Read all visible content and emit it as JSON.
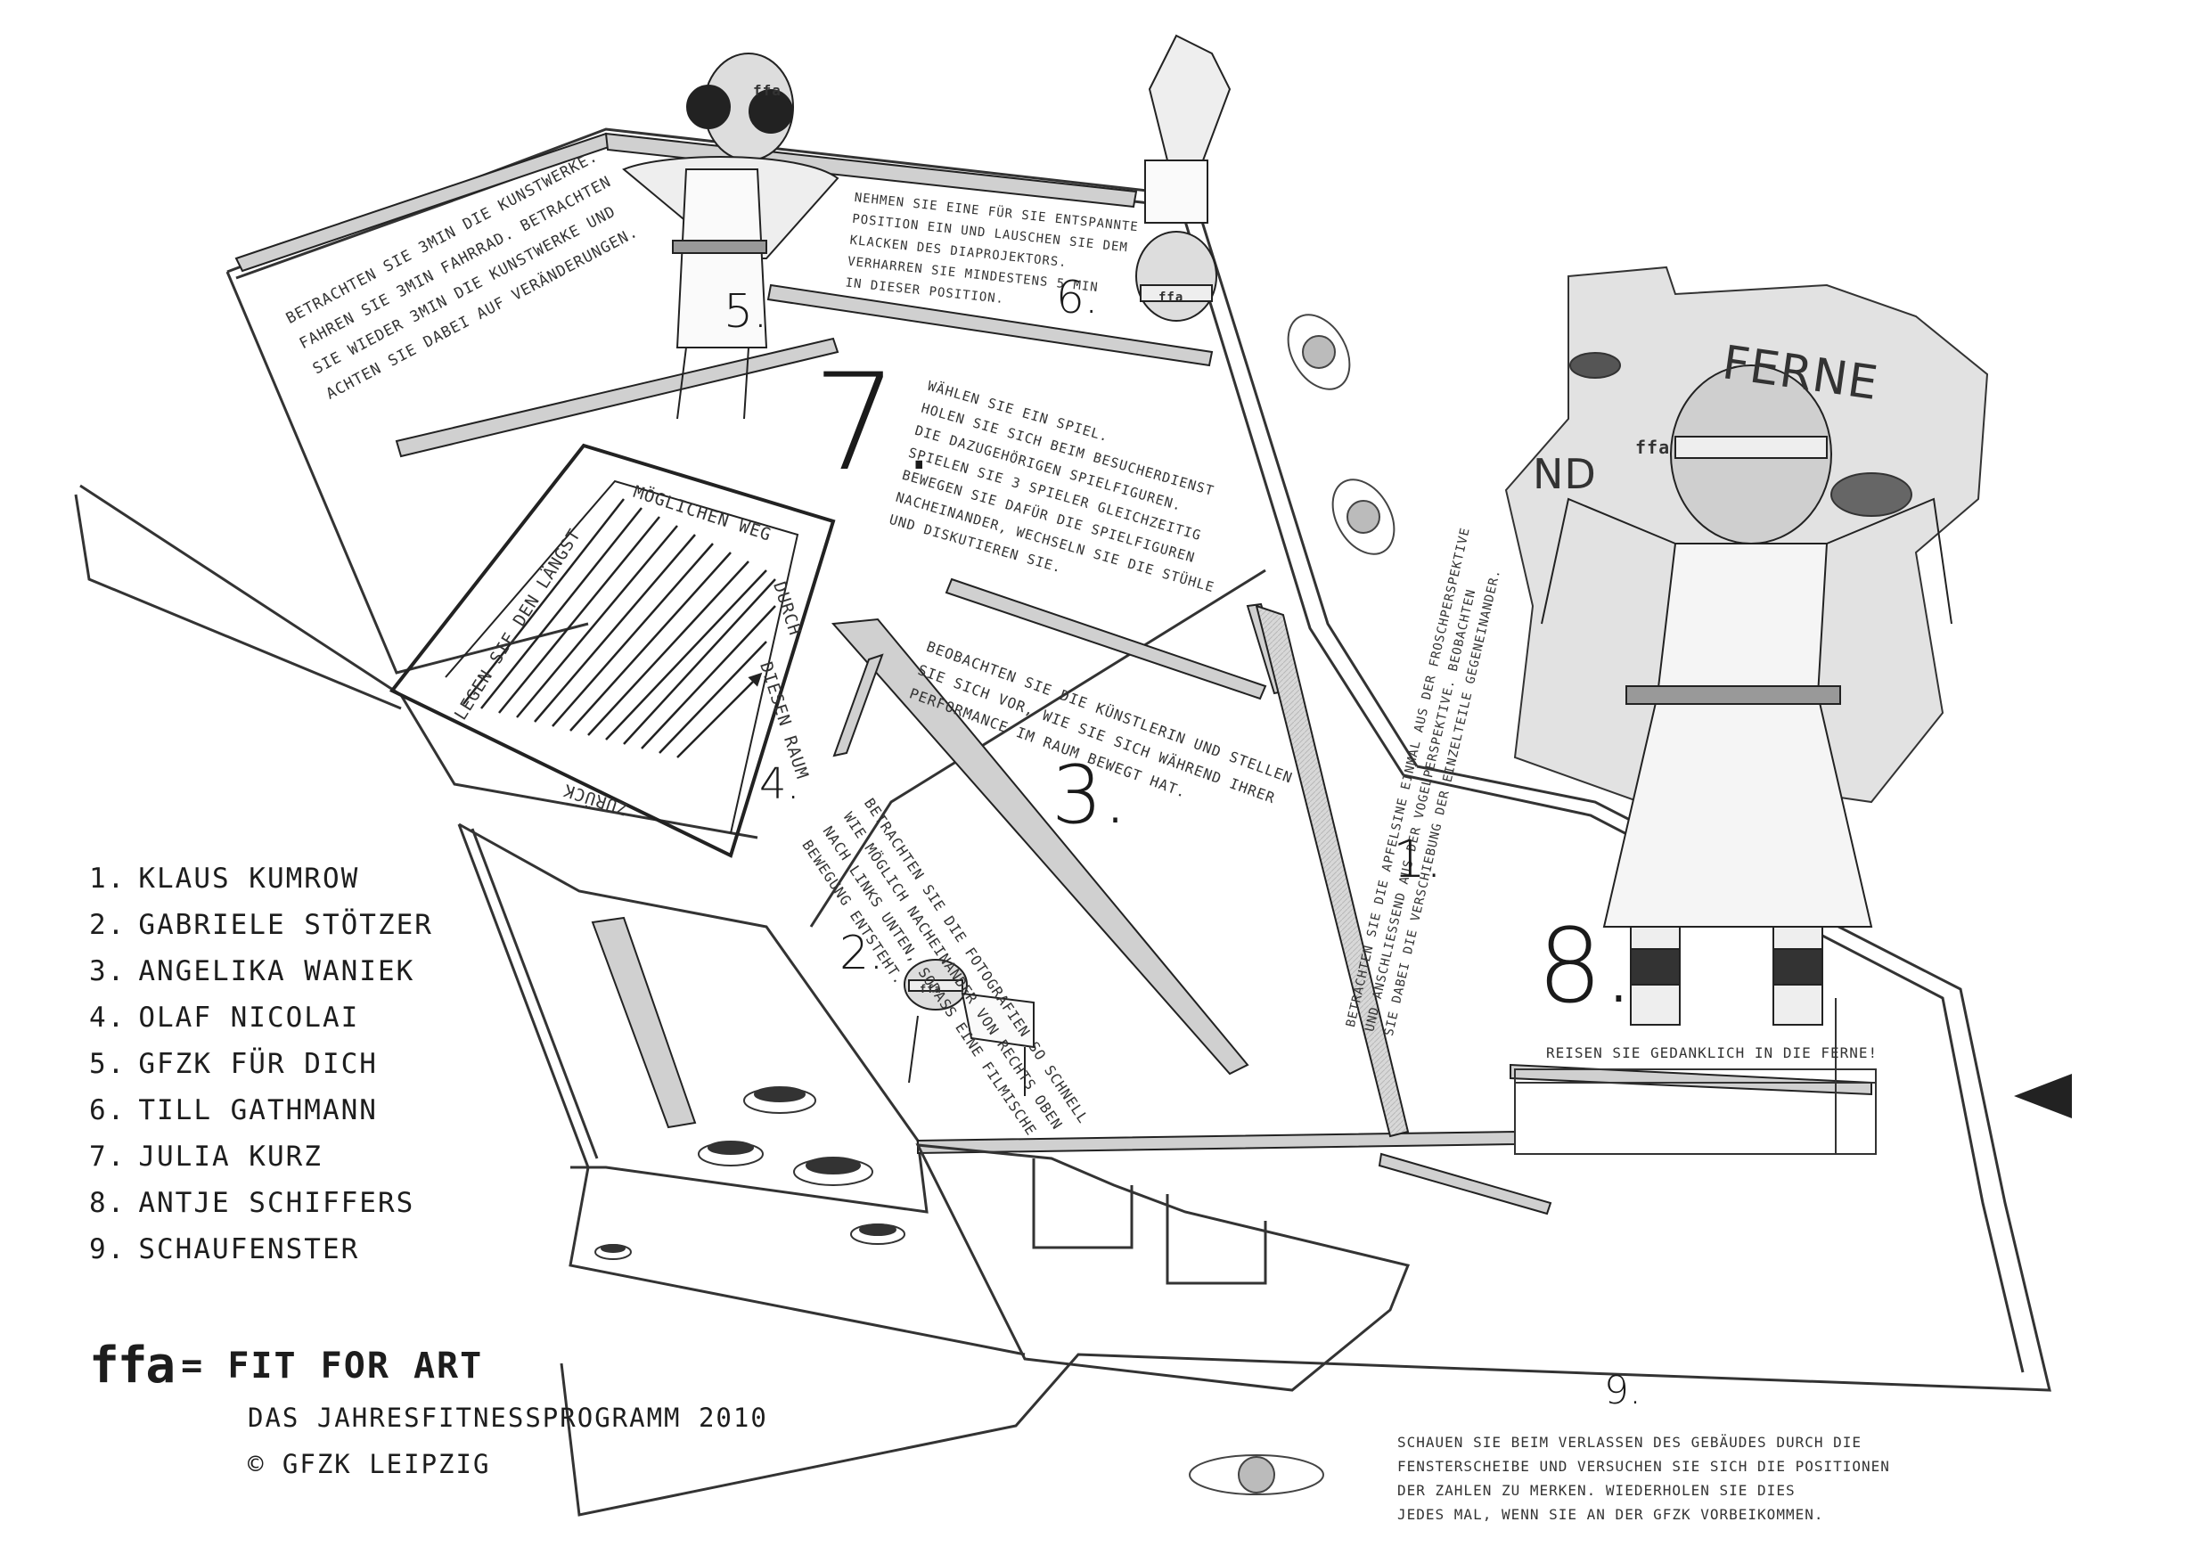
{
  "stations": [
    {
      "number": "1.",
      "text": "BETRACHTEN SIE DIE APFELSINE EINMAL AUS DER FROSCHPERSPEKTIVE\nUND ANSCHLIESSEND AUS DER VOGELPERSPEKTIVE. BEOBACHTEN\nSIE DABEI DIE VERSCHIEBUNG DER EINZELTEILE GEGENEINANDER."
    },
    {
      "number": "2.",
      "text": "BETRACHTEN SIE DIE FOTOGRAFIEN SO SCHNELL\nWIE MÖGLICH NACHEINANDER VON RECHTS OBEN\nNACH LINKS UNTEN, SODASS EINE FILMISCHE\nBEWEGUNG ENTSTEHT."
    },
    {
      "number": "3.",
      "text": "BEOBACHTEN SIE DIE KÜNSTLERIN UND STELLEN\nSIE SICH VOR, WIE SIE SICH WÄHREND IHRER\nPERFORMANCE IM RAUM BEWEGT HAT."
    },
    {
      "number": "4.",
      "maze_segments": [
        "LEGEN SIE DEN LÄNGST",
        "MÖGLICHEN WEG",
        "DURCH",
        "DIESEN RAUM",
        "ZURÜCK"
      ]
    },
    {
      "number": "5.",
      "text": "BETRACHTEN SIE 3MIN DIE KUNSTWERKE.\nFAHREN SIE 3MIN FAHRRAD. BETRACHTEN\nSIE WIEDER 3MIN DIE KUNSTWERKE UND\nACHTEN SIE DABEI AUF VERÄNDERUNGEN."
    },
    {
      "number": "6.",
      "text": "NEHMEN SIE EINE FÜR SIE ENTSPANNTE\nPOSITION EIN UND LAUSCHEN SIE DEM\nKLACKEN DES DIAPROJEKTORS.\nVERHARREN SIE MINDESTENS 5 MIN\nIN DIESER POSITION."
    },
    {
      "number": "7.",
      "text": "WÄHLEN SIE EIN SPIEL.\nHOLEN SIE SICH BEIM BESUCHERDIENST\nDIE DAZUGEHÖRIGEN SPIELFIGUREN.\nSPIELEN SIE 3 SPIELER GLEICHZEITIG\nBEWEGEN SIE DAFÜR DIE SPIELFIGUREN\nNACHEINANDER, WECHSELN SIE DIE STÜHLE\nUND DISKUTIEREN SIE."
    },
    {
      "number": "8.",
      "text": "REISEN SIE GEDANKLICH IN DIE FERNE!"
    },
    {
      "number": "9.",
      "text": "SCHAUEN SIE BEIM VERLASSEN DES GEBÄUDES DURCH DIE\nFENSTERSCHEIBE UND VERSUCHEN SIE SICH DIE POSITIONEN\nDER ZAHLEN ZU MERKEN. WIEDERHOLEN SIE DIES\nJEDES MAL, WENN SIE AN DER GFZK VORBEIKOMMEN."
    }
  ],
  "map_words": {
    "ferne": "FERNE",
    "nd": "ND"
  },
  "legend": [
    {
      "n": "1.",
      "name": "KLAUS KUMROW"
    },
    {
      "n": "2.",
      "name": "GABRIELE STÖTZER"
    },
    {
      "n": "3.",
      "name": "ANGELIKA WANIEK"
    },
    {
      "n": "4.",
      "name": "OLAF NICOLAI"
    },
    {
      "n": "5.",
      "name": "GFZK FÜR DICH"
    },
    {
      "n": "6.",
      "name": "TILL GATHMANN"
    },
    {
      "n": "7.",
      "name": "JULIA KURZ"
    },
    {
      "n": "8.",
      "name": "ANTJE SCHIFFERS"
    },
    {
      "n": "9.",
      "name": "SCHAUFENSTER"
    }
  ],
  "footer": {
    "logo": "ffa",
    "tagline": "= FIT FOR ART",
    "program": "DAS JAHRESFITNESSPROGRAMM 2010",
    "copyright": "© GFZK LEIPZIG"
  },
  "headband_labels": [
    "ffa",
    "ffa",
    "ffa",
    "ffa"
  ],
  "icons": [
    "arrow-left-icon",
    "coffee-cup-icon",
    "bicycle-icon",
    "map-icon"
  ]
}
